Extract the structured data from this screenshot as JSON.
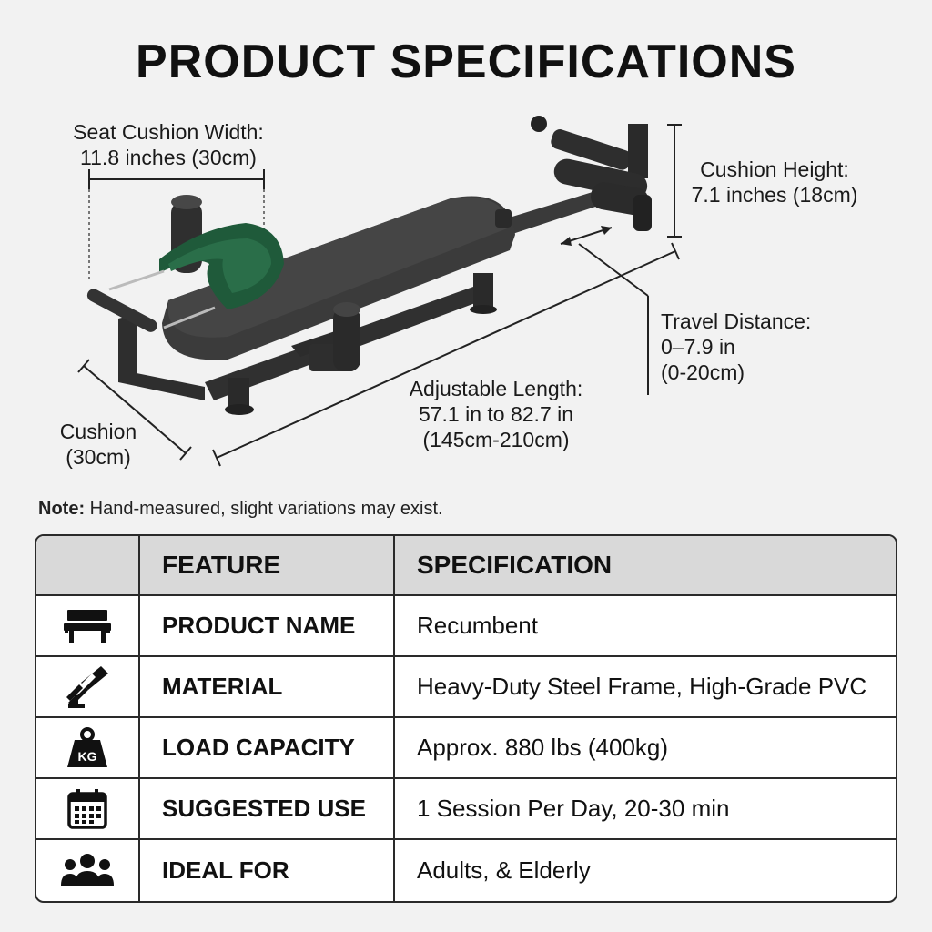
{
  "title": "PRODUCT SPECIFICATIONS",
  "dimensions": {
    "seat_width": [
      "Seat Cushion Width:",
      "11.8 inches (30cm)"
    ],
    "cushion_height": [
      "Cushion Height:",
      "7.1 inches (18cm)"
    ],
    "travel": [
      "Travel Distance:",
      "0–7.9 in",
      "(0-20cm)"
    ],
    "length": [
      "Adjustable Length:",
      "57.1 in to 82.7 in",
      "(145cm-210cm)"
    ],
    "cushion": [
      "Cushion",
      "(30cm)"
    ]
  },
  "note": {
    "label": "Note:",
    "text": " Hand-measured, slight variations may exist."
  },
  "table": {
    "headers": [
      "FEATURE",
      "SPECIFICATION"
    ],
    "rows": [
      {
        "icon": "bench-icon",
        "feature": "PRODUCT NAME",
        "value": "Recumbent"
      },
      {
        "icon": "steel-beam-icon",
        "feature": "MATERIAL",
        "value": "Heavy-Duty Steel Frame, High-Grade PVC"
      },
      {
        "icon": "kg-weight-icon",
        "feature": "LOAD CAPACITY",
        "value": "Approx. 880 lbs (400kg)"
      },
      {
        "icon": "calendar-icon",
        "feature": "SUGGESTED USE",
        "value": "1 Session Per Day, 20-30 min"
      },
      {
        "icon": "people-icon",
        "feature": "IDEAL FOR",
        "value": "Adults, & Elderly"
      }
    ],
    "kg_text": "KG"
  }
}
